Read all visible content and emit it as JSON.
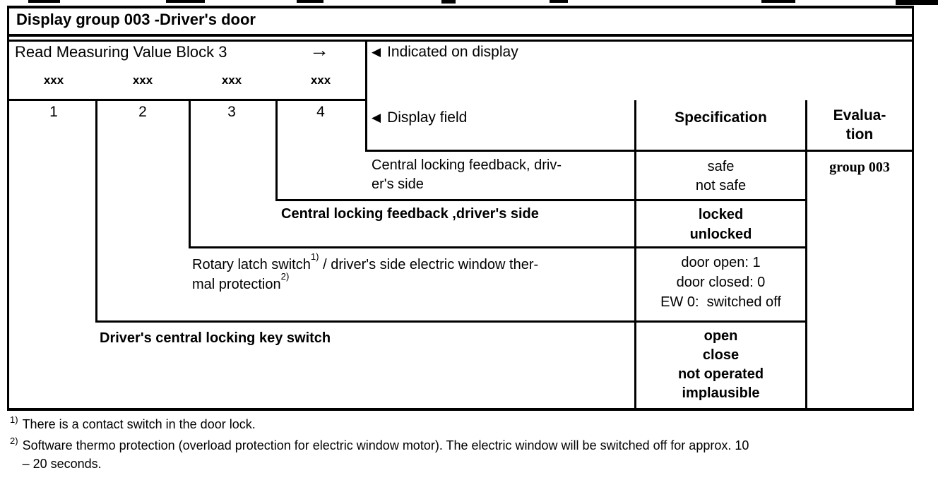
{
  "page": {
    "title": "Display group 003 -Driver's door"
  },
  "header": {
    "read_label": "Read Measuring Value Block 3",
    "arrow": "→",
    "placeholders": [
      "xxx",
      "xxx",
      "xxx",
      "xxx"
    ],
    "field_numbers": [
      "1",
      "2",
      "3",
      "4"
    ],
    "indicated_marker": "◀",
    "indicated_label": "Indicated on display",
    "display_field_marker": "◀",
    "display_field_label": "Display field",
    "specification_header": "Specification",
    "evaluation_header": "Evalua-\ntion"
  },
  "rows": [
    {
      "display_field": "4",
      "description": "Central locking feedback, driv-\ner's side",
      "specification": "safe\nnot safe",
      "evaluation": "group 003"
    },
    {
      "display_field": "3",
      "description": "Central locking feedback ,driver's side",
      "specification": "locked\nunlocked"
    },
    {
      "display_field": "2",
      "description_parts": {
        "line1_text": "Rotary latch switch",
        "line1_sup": "1)",
        "line1_rest": " / driver's side electric window ther-",
        "line2_text": "mal protection",
        "line2_sup": "2)"
      },
      "specification": "door open: 1\ndoor closed: 0\nEW 0:  switched off"
    },
    {
      "display_field": "1",
      "description": "Driver's central locking key switch",
      "specification": "open\nclose\nnot operated\nimplausible"
    }
  ],
  "footnotes": [
    {
      "marker": "1)",
      "lines": [
        "There is a contact switch in the door lock."
      ]
    },
    {
      "marker": "2)",
      "lines": [
        "Software thermo protection (overload protection for electric window motor). The electric window will be switched off for approx. 10",
        "– 20 seconds."
      ]
    }
  ]
}
